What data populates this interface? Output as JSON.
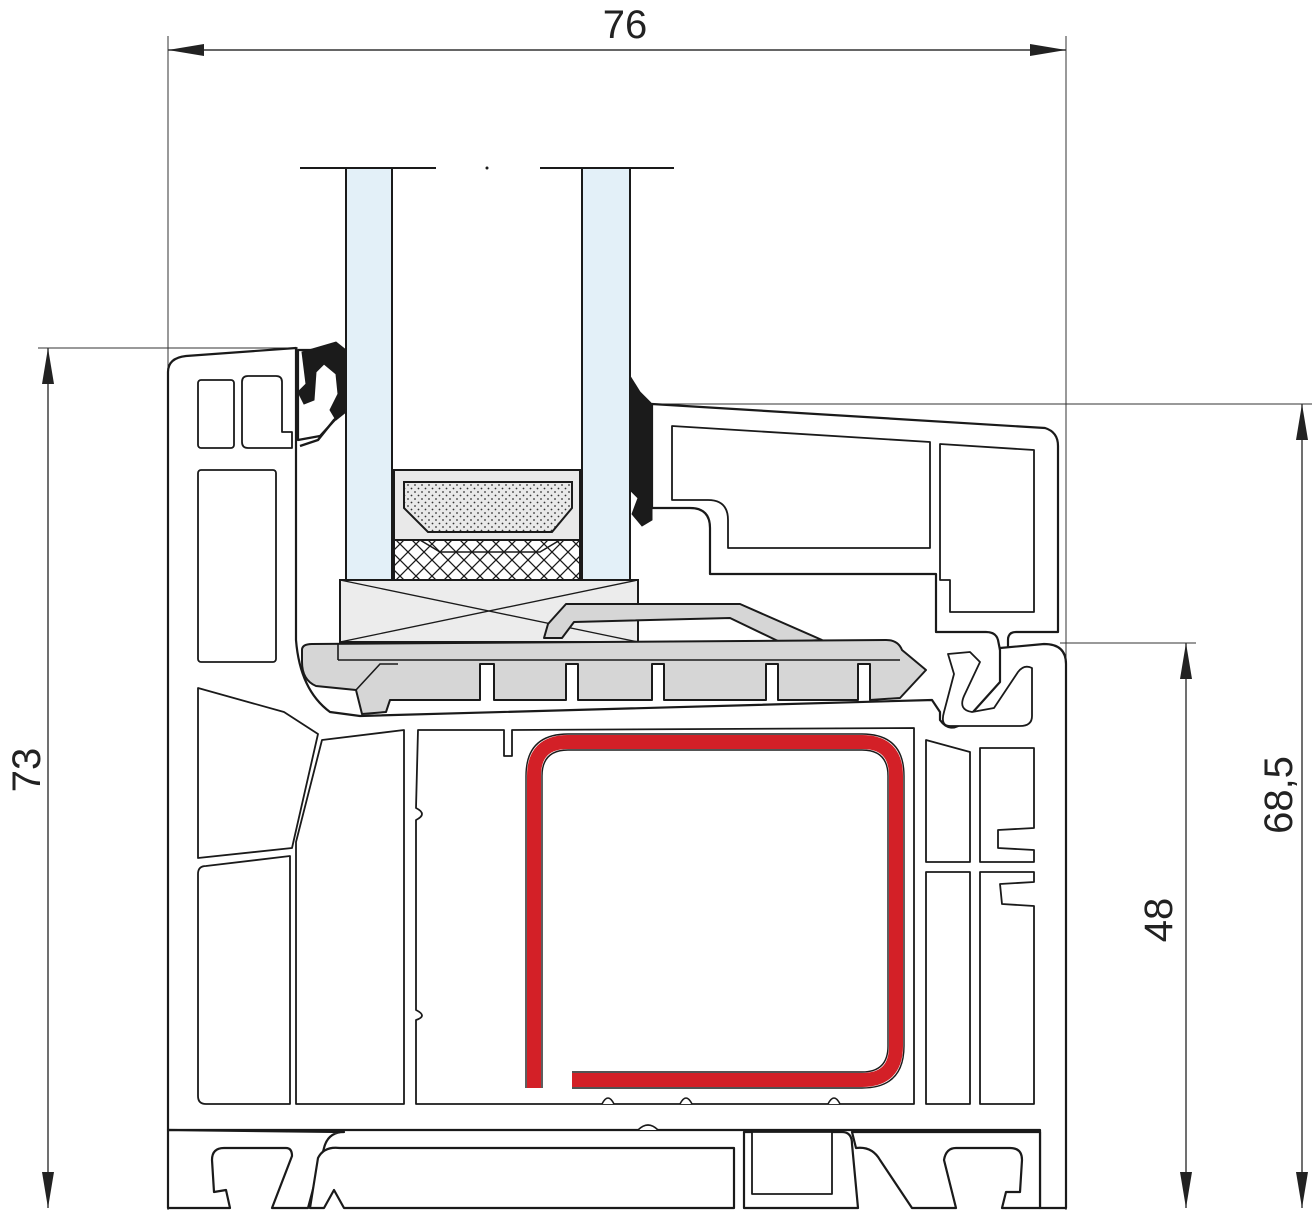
{
  "colors": {
    "glass": "#e3f0f8",
    "reinforcement": "#d32027",
    "glazing_block": "#d6d6d6",
    "spacer_fill": "#ececec",
    "gasket": "#1b1b1b",
    "line": "#1a1a1a"
  },
  "dimensions": {
    "overall_width": "76",
    "overall_height": "73",
    "sash_height": "68,5",
    "frame_height": "48"
  }
}
